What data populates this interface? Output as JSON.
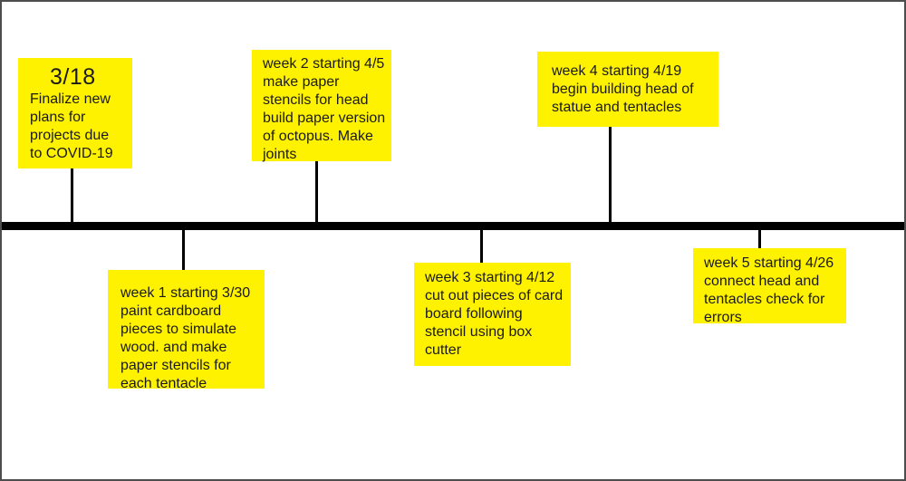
{
  "colors": {
    "note_fill": "#fff200",
    "note_text": "#1a1a1a",
    "timeline": "#000000",
    "frame_border": "#4d4d4d",
    "background": "#ffffff"
  },
  "timeline": {
    "orientation": "horizontal",
    "milestones_above": 3,
    "milestones_below": 3
  },
  "notes": [
    {
      "id": "3-18",
      "side": "above",
      "heading": "3/18",
      "body": "Finalize new\nplans for\nprojects due\nto COVID-19"
    },
    {
      "id": "week-1",
      "side": "below",
      "heading": "",
      "body": "week 1 starting 3/30\npaint cardboard\npieces to simulate\nwood. and make\npaper stencils for\neach tentacle"
    },
    {
      "id": "week-2",
      "side": "above",
      "heading": "",
      "body": "week 2 starting 4/5\nmake paper\nstencils for head\nbuild paper version\nof octopus. Make\njoints"
    },
    {
      "id": "week-3",
      "side": "below",
      "heading": "",
      "body": "week 3 starting 4/12\ncut out pieces of card\nboard following\nstencil using box\ncutter"
    },
    {
      "id": "week-4",
      "side": "above",
      "heading": "",
      "body": "week 4 starting 4/19\nbegin building head of\nstatue and tentacles"
    },
    {
      "id": "week-5",
      "side": "below",
      "heading": "",
      "body": "week 5 starting 4/26\nconnect head and\ntentacles check for\nerrors"
    }
  ]
}
